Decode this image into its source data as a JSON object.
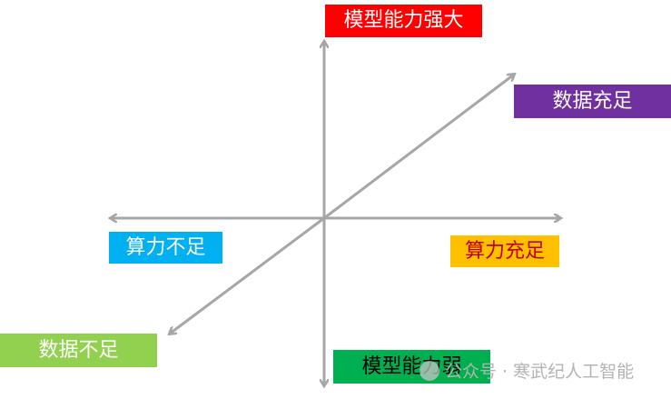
{
  "labels": {
    "top": "模型能力强大",
    "bottom": "模型能力弱",
    "left": "算力不足",
    "right": "算力充足",
    "top_right": "数据充足",
    "bottom_left": "数据不足"
  },
  "colors": {
    "top": "#ff0000",
    "bottom": "#00b050",
    "left": "#00b0f0",
    "right": "#ffc000",
    "top_right": "#7030a0",
    "bottom_left": "#92d050",
    "axis": "#a6a6a6"
  },
  "watermark": {
    "text": "公众号 · 寒武纪人工智能",
    "icon": "wechat-icon"
  }
}
